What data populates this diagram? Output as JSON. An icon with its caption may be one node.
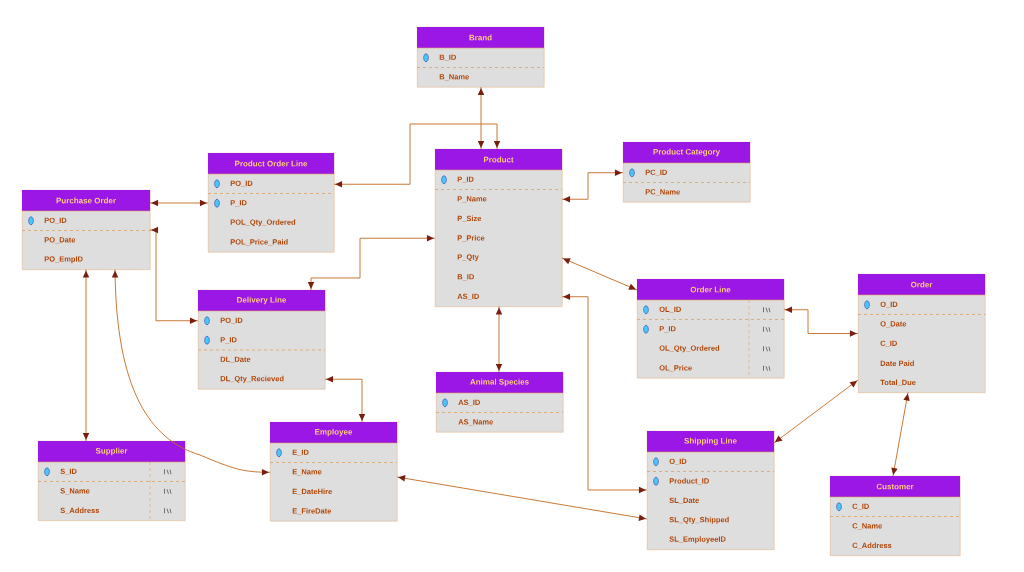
{
  "diagram": {
    "nodes": [
      {
        "text": [
          "Brand",
          "B_ID",
          "B_Name"
        ]
      },
      {
        "text": [
          "Product Order Line",
          "PO_ID",
          "P_ID",
          "POL_Qty_Ordered",
          "POL_Price_Paid"
        ]
      },
      {
        "text": [
          "Product",
          "P_ID",
          "P_Name",
          "P_Size",
          "P_Price",
          "P_Qty",
          "B_ID",
          "AS_ID"
        ]
      },
      {
        "text": [
          "Product Category",
          "PC_ID",
          "PC_Name"
        ]
      },
      {
        "text": [
          "Purchase Order",
          "PO_ID",
          "PO_Date",
          "PO_EmpID"
        ]
      },
      {
        "text": [
          "Delivery Line",
          "PO_ID",
          "P_ID",
          "DL_Date",
          "DL_Qty_Recieved"
        ]
      },
      {
        "text": [
          "Order Line",
          "OL_ID",
          "P_ID",
          "OL_Qty_Ordered",
          "OL_Price"
        ]
      },
      {
        "text": [
          "Order",
          "O_ID",
          "O_Date",
          "C_ID",
          "Date Paid",
          "Total_Due"
        ]
      },
      {
        "text": [
          "Animal Species",
          "AS_ID",
          "AS_Name"
        ]
      },
      {
        "text": [
          "Supplier",
          "S_ID",
          "S_Name",
          "S_Address"
        ]
      },
      {
        "text": [
          "Employee",
          "E_ID",
          "E_Name",
          "E_DateHire",
          "E_FireDate"
        ]
      },
      {
        "text": [
          "Shipping Line",
          "O_ID",
          "Product_ID",
          "SL_Date",
          "SL_Qty_Shipped",
          "SL_EmployeeID"
        ]
      },
      {
        "text": [
          "Customer",
          "C_ID",
          "C_Name",
          "C_Address"
        ]
      }
    ],
    "edges": [
      {
        "from": 2,
        "to": 0,
        "arrow": "both"
      },
      {
        "from": 1,
        "to": 2,
        "arrow": "both"
      },
      {
        "from": 4,
        "to": 1,
        "arrow": "both"
      },
      {
        "from": 2,
        "to": 3,
        "arrow": "both"
      },
      {
        "from": 4,
        "to": 5,
        "arrow": "both"
      },
      {
        "from": 5,
        "to": 2,
        "arrow": "both"
      },
      {
        "from": 2,
        "to": 6,
        "arrow": "both"
      },
      {
        "from": 6,
        "to": 7,
        "arrow": "both"
      },
      {
        "from": 2,
        "to": 8,
        "arrow": "both"
      },
      {
        "from": 2,
        "to": 11,
        "arrow": "both"
      },
      {
        "from": 4,
        "to": 9,
        "arrow": "both"
      },
      {
        "from": 4,
        "to": 10,
        "arrow": "both"
      },
      {
        "from": 5,
        "to": 10,
        "arrow": "both"
      },
      {
        "from": 10,
        "to": 11,
        "arrow": "both"
      },
      {
        "from": 7,
        "to": 11,
        "arrow": "both"
      },
      {
        "from": 7,
        "to": 12,
        "arrow": "both"
      }
    ]
  }
}
